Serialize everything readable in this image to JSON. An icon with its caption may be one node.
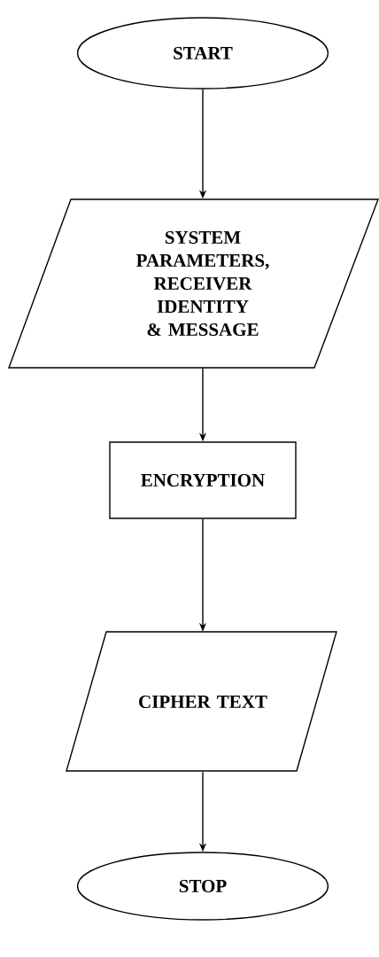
{
  "diagram": {
    "nodes": [
      {
        "text": [
          "START"
        ]
      },
      {
        "text": [
          "SYSTEM PARAMETERS, RECEIVER IDENTITY & MESSAGE"
        ]
      },
      {
        "text": [
          "ENCRYPTION"
        ]
      },
      {
        "text": [
          "CIPHER TEXT"
        ]
      },
      {
        "text": [
          "STOP"
        ]
      }
    ],
    "edges": [
      {
        "from": 0,
        "to": 1,
        "arrow": "to"
      },
      {
        "from": 1,
        "to": 2,
        "arrow": "to"
      },
      {
        "from": 2,
        "to": 3,
        "arrow": "to"
      },
      {
        "from": 3,
        "to": 4,
        "arrow": "to"
      }
    ]
  }
}
